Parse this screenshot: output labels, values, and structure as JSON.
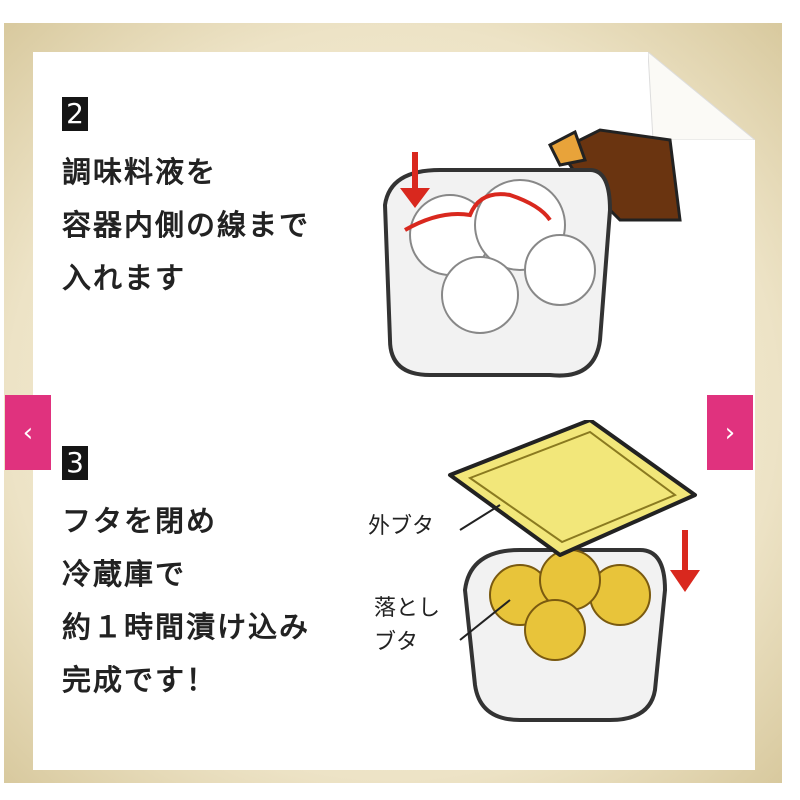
{
  "step2": {
    "number": "2",
    "lines": [
      "調味料液を",
      "容器内側の線まで",
      "入れます"
    ]
  },
  "step3": {
    "number": "3",
    "lines": [
      "フタを閉め",
      "冷蔵庫で",
      "約１時間漬け込み",
      "完成です！"
    ],
    "label_outer_lid": "外ブタ",
    "label_drop_lid": [
      "落とし",
      "ブタ"
    ]
  },
  "nav": {
    "prev": "‹",
    "next": "›"
  },
  "colors": {
    "nav": "#e0327e",
    "arrow": "#d9281e",
    "lid": "#f2e77a"
  }
}
